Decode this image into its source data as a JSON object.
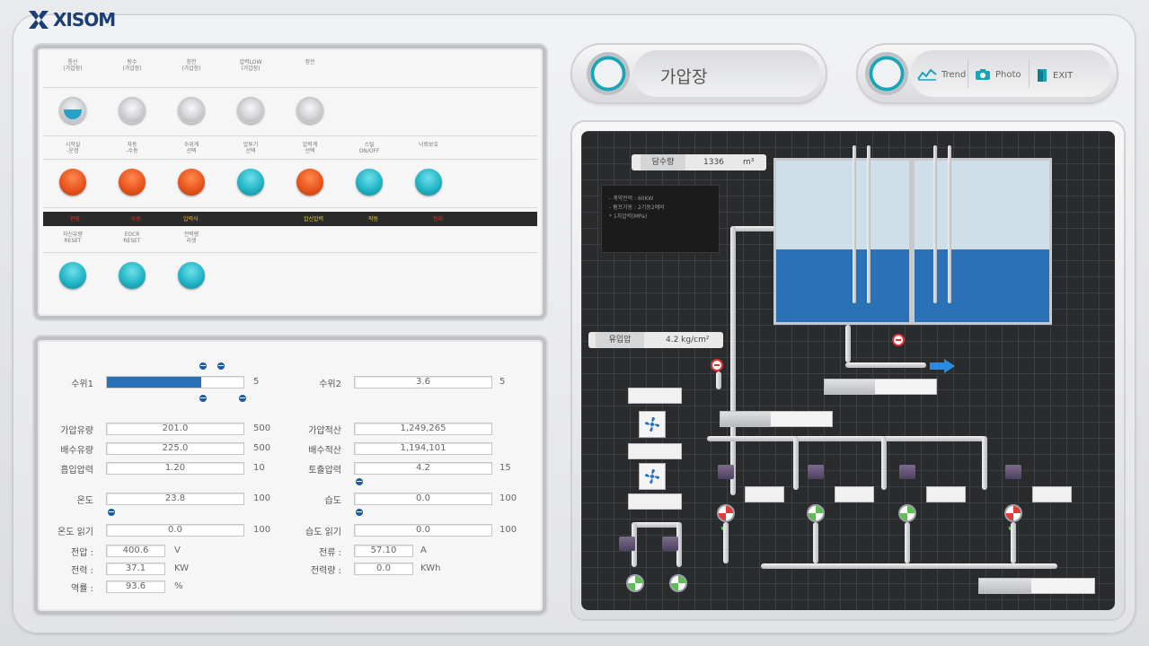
{
  "brand": {
    "logo_text": "XISOM"
  },
  "header": {
    "title": "가압장"
  },
  "nav": {
    "trend": "Trend",
    "photo": "Photo",
    "exit": "EXIT"
  },
  "control_panel": {
    "row1": [
      {
        "label": "통신\n(가압장)",
        "state": "blue-half"
      },
      {
        "label": "탕수\n(가압장)",
        "state": "grey"
      },
      {
        "label": "정전\n(가압장)",
        "state": "grey"
      },
      {
        "label": "압력LOW\n(가압장)",
        "state": "grey"
      },
      {
        "label": "정전",
        "state": "grey"
      }
    ],
    "row2": [
      {
        "label": "시작실\n-운정",
        "state": "orange"
      },
      {
        "label": "자동\n-수동",
        "state": "orange"
      },
      {
        "label": "수위계\n선택",
        "state": "orange"
      },
      {
        "label": "압투기\n선택",
        "state": "teal"
      },
      {
        "label": "압력계\n선택",
        "state": "orange"
      },
      {
        "label": "스틸\nON/OFF",
        "state": "teal"
      },
      {
        "label": "낙뢰보호",
        "state": "teal"
      }
    ],
    "status_bar": [
      {
        "text": "현장",
        "color": "#e03a2a"
      },
      {
        "text": "수동",
        "color": "#e03a2a"
      },
      {
        "text": "압력식",
        "color": "#e8b93a"
      },
      {
        "text": "압신압력",
        "color": "#e8d23a"
      },
      {
        "text": "작동",
        "color": "#e8d23a"
      },
      {
        "text": "정지",
        "color": "#e03a2a"
      }
    ],
    "row3": [
      {
        "label": "자신유량\nRESET",
        "state": "teal"
      },
      {
        "label": "EOCR\nRESET",
        "state": "teal"
      },
      {
        "label": "전력량\n리셋",
        "state": "teal"
      }
    ]
  },
  "readings": {
    "level1": {
      "label": "수위1",
      "value": "",
      "max": "5",
      "fill": 0.69
    },
    "level2": {
      "label": "수위2",
      "value": "3.6",
      "max": "5"
    },
    "pressurized_flow": {
      "label": "가압유량",
      "value": "201.0",
      "max": "500"
    },
    "pressurized_total": {
      "label": "가압적산",
      "value": "1,249,265"
    },
    "drain_flow": {
      "label": "배수유량",
      "value": "225.0",
      "max": "500"
    },
    "drain_total": {
      "label": "배수적산",
      "value": "1,194,101"
    },
    "inlet_pressure": {
      "label": "흡입압력",
      "value": "1.20",
      "max": "10"
    },
    "outlet_pressure": {
      "label": "토출압력",
      "value": "4.2",
      "max": "15"
    },
    "temperature": {
      "label": "온도",
      "value": "23.8",
      "max": "100"
    },
    "humidity": {
      "label": "습도",
      "value": "0.0",
      "max": "100"
    },
    "temp_setting": {
      "label": "온도 읽기",
      "value": "0.0",
      "max": "100"
    },
    "humidity_setting": {
      "label": "습도 읽기",
      "value": "0.0",
      "max": "100"
    },
    "voltage": {
      "label": "전압 :",
      "value": "400.6",
      "unit": "V"
    },
    "current": {
      "label": "전류 :",
      "value": "57.10",
      "unit": "A"
    },
    "power": {
      "label": "전력 :",
      "value": "37.1",
      "unit": "KW"
    },
    "energy": {
      "label": "전력량 :",
      "value": "0.0",
      "unit": "KWh"
    },
    "power_factor": {
      "label": "역률 :",
      "value": "93.6",
      "unit": "%"
    }
  },
  "process": {
    "reservoir_chip": {
      "label": "담수량",
      "value": "1336",
      "unit": "m³"
    },
    "pressure_chip": {
      "label": "유입압",
      "value": "4.2 kg/cm²"
    },
    "info_lines": [
      "- 계약전력 : 60KW",
      "- 펌프가동 : 2기동2예비",
      "* 1차압력(MPa)"
    ],
    "tank_level": 0.45,
    "valve_states": [
      "red",
      "green",
      "green",
      "red"
    ],
    "accent_blue": "#2a72b5",
    "water_light": "#c9dde8"
  }
}
